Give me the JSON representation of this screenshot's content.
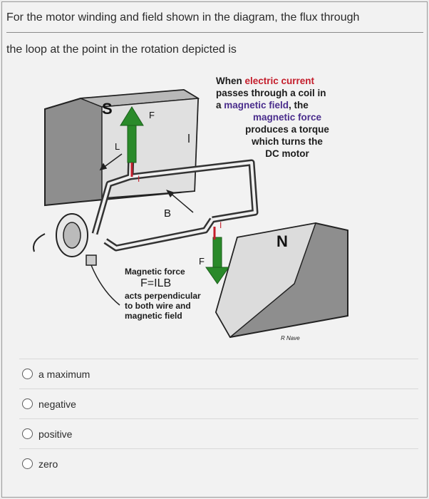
{
  "question": {
    "line1": "For the motor winding and field shown in the diagram, the flux through",
    "line2": "the loop at the point in the rotation depicted is"
  },
  "diagram": {
    "note": {
      "p1": "When ",
      "p2": "electric current",
      "p3": "passes through a  coil in",
      "p4": "a ",
      "p5": "magnetic field",
      "p6": ", the",
      "p7": "magnetic force",
      "p8": "produces a ",
      "p9": "torque",
      "p10": "which turns the",
      "p11": "DC motor"
    },
    "pole_s": "S",
    "pole_n": "N",
    "labels": {
      "b": "B",
      "f_top": "F",
      "f_bottom": "F",
      "i_top": "I",
      "i_bottom": "I",
      "l": "L"
    },
    "force": {
      "title": "Magnetic force",
      "equation": "F=ILB",
      "line1": "acts perpendicular",
      "line2": "to both wire and",
      "line3": "magnetic field"
    },
    "credit": "R Nave"
  },
  "options": [
    {
      "label": "a maximum",
      "selected": false
    },
    {
      "label": "negative",
      "selected": false
    },
    {
      "label": "positive",
      "selected": false
    },
    {
      "label": "zero",
      "selected": false
    }
  ],
  "colors": {
    "magnet": "#8b8b8b",
    "arrow_green": "#2a8a2a",
    "red": "#c41d2b",
    "purple": "#4a2d8c"
  }
}
